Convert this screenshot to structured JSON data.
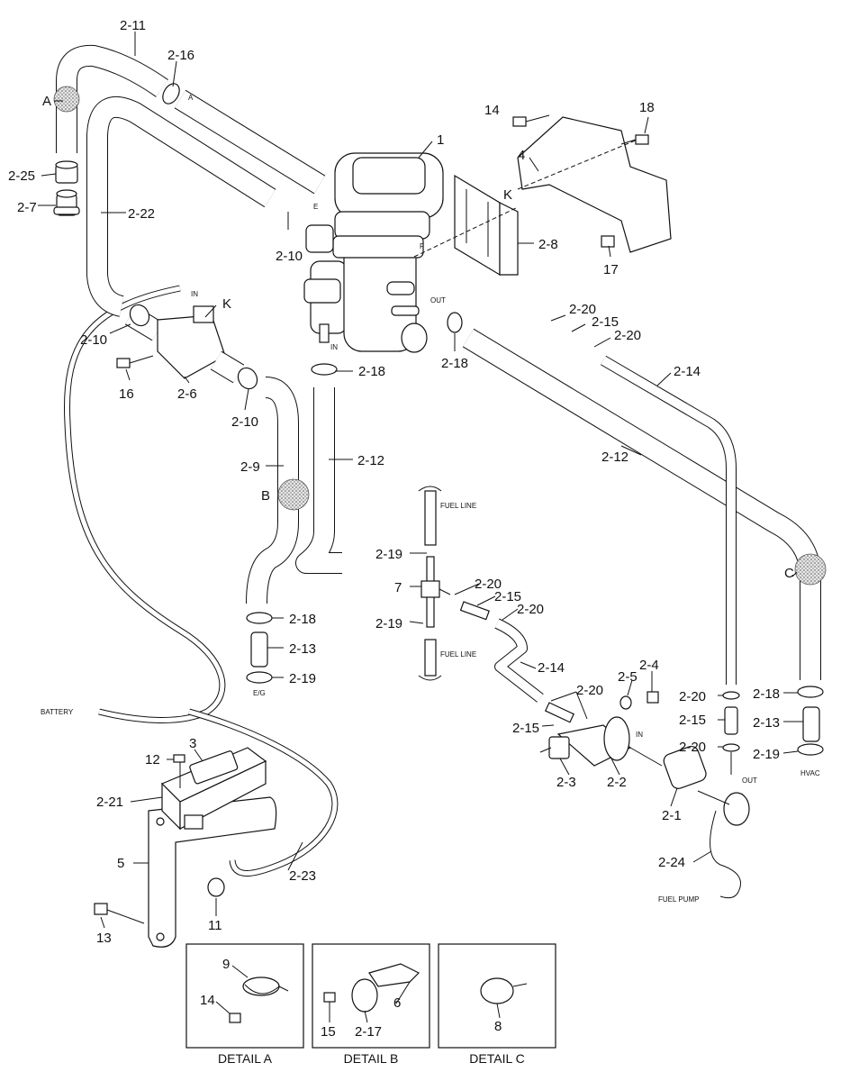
{
  "callouts": {
    "c2_11": "2-11",
    "c2_16": "2-16",
    "cA1": "A",
    "cA2": "A",
    "c2_25": "2-25",
    "c2_7": "2-7",
    "c2_22": "2-22",
    "c1": "1",
    "cE": "E",
    "cF": "F",
    "c2_10a": "2-10",
    "c14a": "14",
    "c4": "4",
    "cK1": "K",
    "c18": "18",
    "c2_8": "2-8",
    "c17": "17",
    "cIN1": "IN",
    "cK2": "K",
    "cOUT1": "OUT",
    "c2_10b": "2-10",
    "c16": "16",
    "c2_6": "2-6",
    "cIN2": "IN",
    "c2_18a": "2-18",
    "c2_18b": "2-18",
    "c2_20a": "2-20",
    "c2_15a": "2-15",
    "c2_20b": "2-20",
    "c2_14a": "2-14",
    "c2_10c": "2-10",
    "c2_9": "2-9",
    "c2_12a": "2-12",
    "c2_12b": "2-12",
    "cB": "B",
    "cFL1": "FUEL LINE",
    "c2_19a": "2-19",
    "c7": "7",
    "c2_20c": "2-20",
    "c2_15b": "2-15",
    "c2_20d": "2-20",
    "c2_19b": "2-19",
    "cFL2": "FUEL LINE",
    "cC": "C",
    "c2_18c": "2-18",
    "c2_13a": "2-13",
    "c2_19c": "2-19",
    "cEG": "E/G",
    "c2_14b": "2-14",
    "c2_5": "2-5",
    "c2_4": "2-4",
    "c2_20e": "2-20",
    "c2_15c": "2-15",
    "c2_20f": "2-20",
    "c2_15d": "2-15",
    "c2_18d": "2-18",
    "c2_13b": "2-13",
    "c2_20g": "2-20",
    "c2_19d": "2-19",
    "cHVAC": "HVAC",
    "cBAT": "BATTERY",
    "c12": "12",
    "c3": "3",
    "c2_21": "2-21",
    "c2_3": "2-3",
    "c2_2": "2-2",
    "cIN3": "IN",
    "cOUT2": "OUT",
    "c2_1": "2-1",
    "c5": "5",
    "c2_23": "2-23",
    "c2_24": "2-24",
    "c11": "11",
    "c13": "13",
    "cFP": "FUEL PUMP",
    "c9": "9",
    "c14b": "14",
    "c15": "15",
    "c2_17": "2-17",
    "c6": "6",
    "c8": "8"
  },
  "details": {
    "a": "DETAIL A",
    "b": "DETAIL B",
    "c": "DETAIL C"
  }
}
